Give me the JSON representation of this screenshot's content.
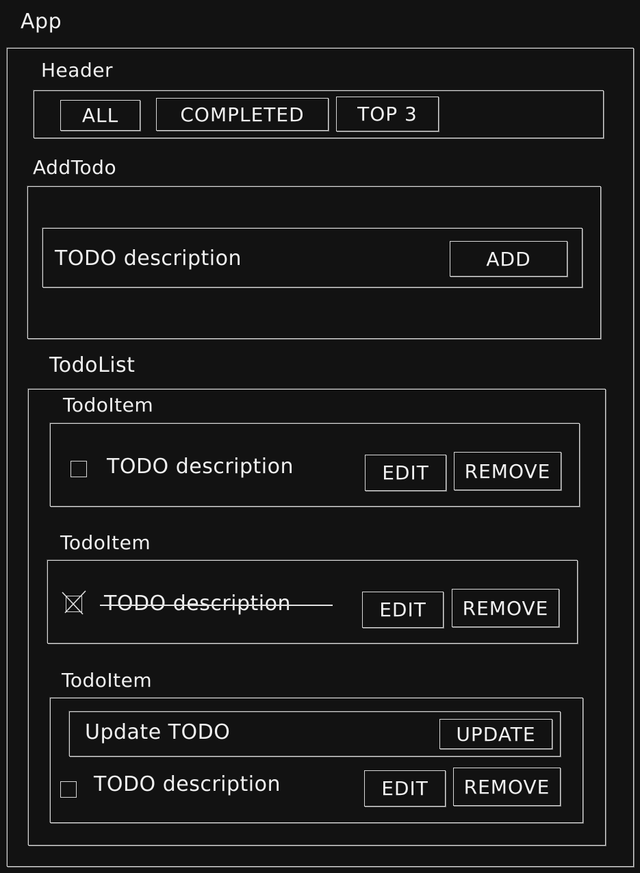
{
  "labels": {
    "app": "App",
    "header": "Header",
    "add_todo": "AddTodo",
    "todo_list": "TodoList",
    "todo_item": "TodoItem"
  },
  "header": {
    "filters": [
      "ALL",
      "COMPLETED",
      "TOP 3"
    ]
  },
  "add_todo": {
    "input_text": "TODO description",
    "add_label": "ADD"
  },
  "todo_items": [
    {
      "description": "TODO description",
      "checked": false,
      "completed": false,
      "edit_label": "EDIT",
      "remove_label": "REMOVE"
    },
    {
      "description": "TODO description",
      "checked": true,
      "completed": true,
      "edit_label": "EDIT",
      "remove_label": "REMOVE"
    },
    {
      "description": "TODO description",
      "checked": false,
      "completed": false,
      "edit_label": "EDIT",
      "remove_label": "REMOVE",
      "update": {
        "input_text": "Update TODO",
        "update_label": "UPDATE"
      }
    }
  ],
  "colors": {
    "background": "#121212",
    "stroke": "#d9d9d9",
    "text": "#f0f0f0"
  }
}
